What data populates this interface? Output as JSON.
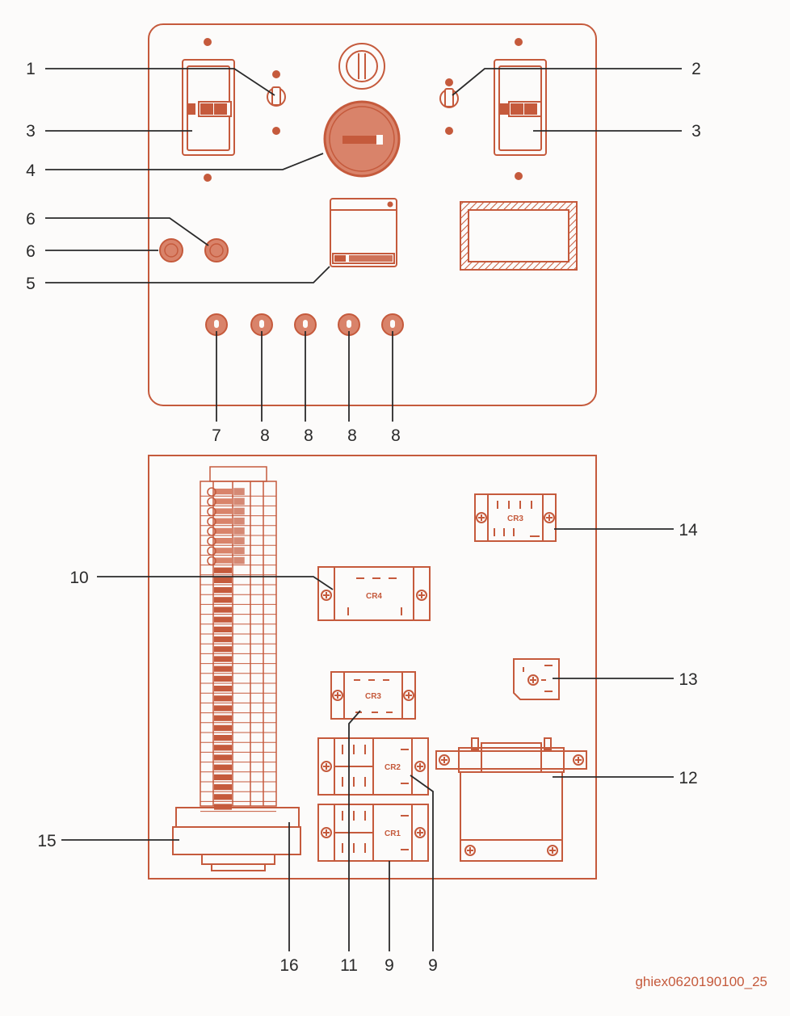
{
  "colors": {
    "line": "#c55a3c",
    "fill": "#d9836a",
    "fill_light": "#e6a58f",
    "background": "#fcfbfa",
    "text": "#2a2a2a"
  },
  "callouts": {
    "c1": "1",
    "c2": "2",
    "c3_left": "3",
    "c3_right": "3",
    "c4": "4",
    "c5": "5",
    "c6_top": "6",
    "c6_bottom": "6",
    "c7": "7",
    "c8_a": "8",
    "c8_b": "8",
    "c8_c": "8",
    "c8_d": "8",
    "c10": "10",
    "c14": "14",
    "c13": "13",
    "c12": "12",
    "c15": "15",
    "c16": "16",
    "c11": "11",
    "c9_a": "9",
    "c9_b": "9"
  },
  "components": {
    "relay_cr4": "CR4",
    "relay_cr3_top": "CR3",
    "relay_cr3_mid": "CR3",
    "relay_cr2": "CR2",
    "relay_cr1": "CR1"
  },
  "document_id": "ghiex0620190100_25"
}
